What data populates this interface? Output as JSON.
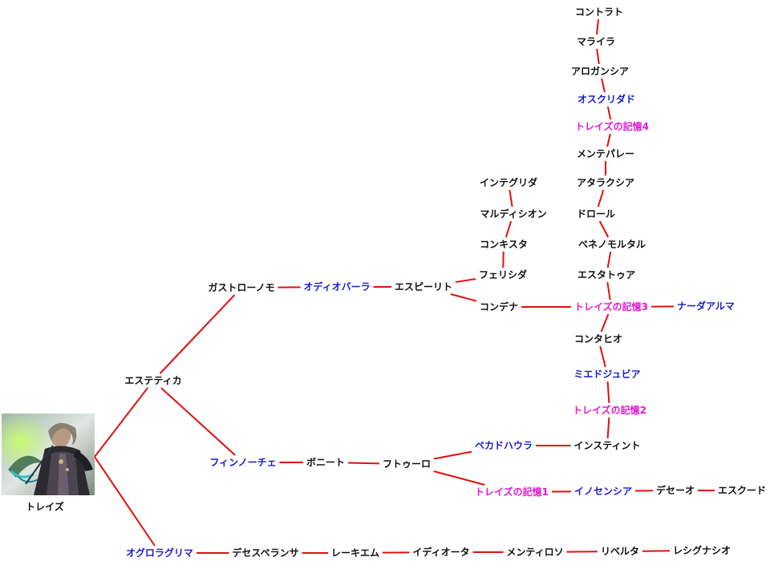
{
  "colors": {
    "edge": "#e01010",
    "text": "#111111",
    "blue": "#1a1acc",
    "magenta": "#e019d4"
  },
  "root": {
    "id": "traiz",
    "label": "トレイズ"
  },
  "nodes": [
    {
      "id": "estetica",
      "label": "エステティカ",
      "color": "text"
    },
    {
      "id": "gastronomo",
      "label": "ガストローノモ",
      "color": "text"
    },
    {
      "id": "odiobara",
      "label": "オディオバーラ",
      "color": "blue"
    },
    {
      "id": "espirit",
      "label": "エスピーリト",
      "color": "text"
    },
    {
      "id": "integrida",
      "label": "インテグリダ",
      "color": "text"
    },
    {
      "id": "maldision",
      "label": "マルディシオン",
      "color": "text"
    },
    {
      "id": "conquista",
      "label": "コンキスタ",
      "color": "text"
    },
    {
      "id": "felicida",
      "label": "フェリシダ",
      "color": "text"
    },
    {
      "id": "condena",
      "label": "コンデナ",
      "color": "text"
    },
    {
      "id": "contrato",
      "label": "コントラト",
      "color": "text"
    },
    {
      "id": "marayra",
      "label": "マライラ",
      "color": "text"
    },
    {
      "id": "arrogancia",
      "label": "アロガンシア",
      "color": "text"
    },
    {
      "id": "oscuridad",
      "label": "オスクリダド",
      "color": "blue"
    },
    {
      "id": "memory4",
      "label": "トレイズの記憶4",
      "color": "magenta"
    },
    {
      "id": "mentepare",
      "label": "メンテパレー",
      "color": "text"
    },
    {
      "id": "ataraxia",
      "label": "アタラクシア",
      "color": "text"
    },
    {
      "id": "dolor",
      "label": "ドロール",
      "color": "text"
    },
    {
      "id": "venenomortal",
      "label": "べネノモルタル",
      "color": "text"
    },
    {
      "id": "estatua",
      "label": "エスタトゥア",
      "color": "text"
    },
    {
      "id": "memory3",
      "label": "トレイズの記憶3",
      "color": "magenta"
    },
    {
      "id": "nadaalma",
      "label": "ナーダアルマ",
      "color": "blue"
    },
    {
      "id": "contagio",
      "label": "コンタヒオ",
      "color": "text"
    },
    {
      "id": "miedo",
      "label": "ミエドジュビア",
      "color": "blue"
    },
    {
      "id": "memory2",
      "label": "トレイズの記憶2",
      "color": "magenta"
    },
    {
      "id": "instinto",
      "label": "インスティント",
      "color": "text"
    },
    {
      "id": "pecado",
      "label": "ペカドハウラ",
      "color": "blue"
    },
    {
      "id": "finoche",
      "label": "フィンノーチェ",
      "color": "blue"
    },
    {
      "id": "bonito",
      "label": "ボニート",
      "color": "text"
    },
    {
      "id": "futuro",
      "label": "フトゥーロ",
      "color": "text"
    },
    {
      "id": "memory1",
      "label": "トレイズの記憶1",
      "color": "magenta"
    },
    {
      "id": "inocencia",
      "label": "イノセンシア",
      "color": "blue"
    },
    {
      "id": "deseo",
      "label": "デセーオ",
      "color": "text"
    },
    {
      "id": "escudo",
      "label": "エスクード",
      "color": "text"
    },
    {
      "id": "agroragrima",
      "label": "オグロラグリマ",
      "color": "blue"
    },
    {
      "id": "desesperanza",
      "label": "デセスペランサ",
      "color": "text"
    },
    {
      "id": "requiem",
      "label": "レーキエム",
      "color": "text"
    },
    {
      "id": "idiota",
      "label": "イディオータ",
      "color": "text"
    },
    {
      "id": "mentiroso",
      "label": "メンティロソ",
      "color": "text"
    },
    {
      "id": "rebelta",
      "label": "リベルタ",
      "color": "text"
    },
    {
      "id": "resignacion",
      "label": "レシグナシオ",
      "color": "text"
    }
  ],
  "edges": [
    [
      "traiz",
      "estetica"
    ],
    [
      "traiz",
      "agroragrima"
    ],
    [
      "estetica",
      "gastronomo"
    ],
    [
      "estetica",
      "finoche"
    ],
    [
      "gastronomo",
      "odiobara"
    ],
    [
      "odiobara",
      "espirit"
    ],
    [
      "espirit",
      "felicida"
    ],
    [
      "espirit",
      "condena"
    ],
    [
      "felicida",
      "conquista"
    ],
    [
      "conquista",
      "maldision"
    ],
    [
      "maldision",
      "integrida"
    ],
    [
      "condena",
      "memory3"
    ],
    [
      "memory3",
      "nadaalma"
    ],
    [
      "memory3",
      "estatua"
    ],
    [
      "estatua",
      "venenomortal"
    ],
    [
      "venenomortal",
      "dolor"
    ],
    [
      "dolor",
      "ataraxia"
    ],
    [
      "ataraxia",
      "mentepare"
    ],
    [
      "mentepare",
      "memory4"
    ],
    [
      "memory4",
      "oscuridad"
    ],
    [
      "oscuridad",
      "arrogancia"
    ],
    [
      "arrogancia",
      "marayra"
    ],
    [
      "marayra",
      "contrato"
    ],
    [
      "memory3",
      "contagio"
    ],
    [
      "contagio",
      "miedo"
    ],
    [
      "miedo",
      "memory2"
    ],
    [
      "memory2",
      "instinto"
    ],
    [
      "finoche",
      "bonito"
    ],
    [
      "bonito",
      "futuro"
    ],
    [
      "futuro",
      "pecado"
    ],
    [
      "futuro",
      "memory1"
    ],
    [
      "pecado",
      "instinto"
    ],
    [
      "memory1",
      "inocencia"
    ],
    [
      "inocencia",
      "deseo"
    ],
    [
      "deseo",
      "escudo"
    ],
    [
      "agroragrima",
      "desesperanza"
    ],
    [
      "desesperanza",
      "requiem"
    ],
    [
      "requiem",
      "idiota"
    ],
    [
      "idiota",
      "mentiroso"
    ],
    [
      "mentiroso",
      "rebelta"
    ],
    [
      "rebelta",
      "resignacion"
    ]
  ]
}
